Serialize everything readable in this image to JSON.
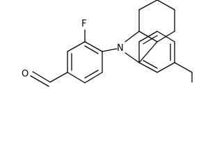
{
  "molecule": {
    "atoms": {
      "fluorine": "F",
      "nitrogen": "N",
      "oxygen": "O"
    }
  }
}
